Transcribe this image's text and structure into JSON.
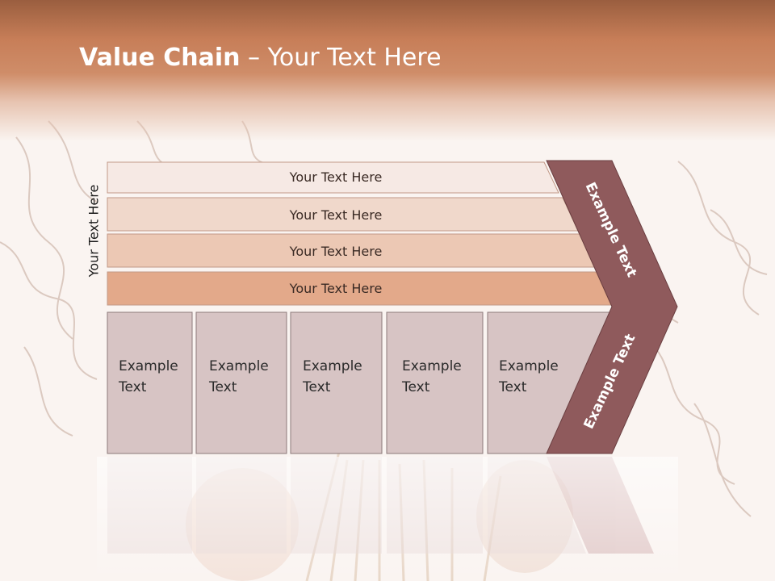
{
  "slide": {
    "title_bold": "Value Chain",
    "title_rest": " – Your Text Here",
    "side_label": "Your Text Here"
  },
  "bars": [
    {
      "label": "Your Text Here"
    },
    {
      "label": "Your Text Here"
    },
    {
      "label": "Your Text Here"
    },
    {
      "label": "Your Text Here"
    }
  ],
  "columns": [
    {
      "line1": "Example",
      "line2": "Text"
    },
    {
      "line1": "Example",
      "line2": "Text"
    },
    {
      "line1": "Example",
      "line2": "Text"
    },
    {
      "line1": "Example",
      "line2": "Text"
    },
    {
      "line1": "Example",
      "line2": "Text"
    }
  ],
  "chevron": {
    "upper_label": "Example Text",
    "lower_label": "Example Text"
  },
  "colors": {
    "bar1": "#f6e9e4",
    "bar2": "#f0d8cb",
    "bar3": "#ecc8b4",
    "bar4": "#e3a98a",
    "column": "#d7c4c4",
    "chevron": "#8f5a5c"
  }
}
